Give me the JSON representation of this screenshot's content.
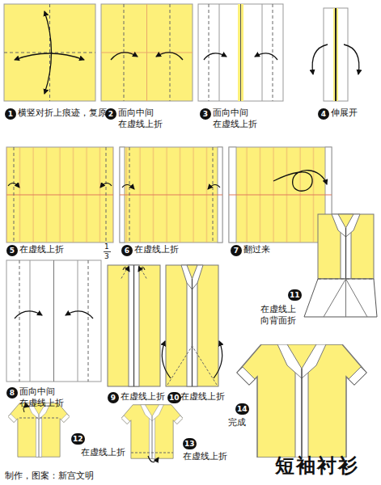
{
  "diagram": {
    "title": "短袖衬衫",
    "labels": [
      "1",
      "横竖对折上痕迹，复原",
      "2",
      "面向中间 在虚线上折",
      "3",
      "面向中间 在虚线上折",
      "4",
      "伸展开",
      "5",
      "在虚线上折",
      "1",
      "3",
      "6",
      "在虚线上折",
      "7",
      "翻过来",
      "11",
      "在虚线上 向背面折",
      "8",
      "面向中间 在虚线上折",
      "9",
      "在虚线上折",
      "10",
      "在虚线上折",
      "14",
      "完成",
      "12",
      "在虚线上折",
      "13",
      "在虚线上折",
      "制作，图案：新宫文明"
    ]
  }
}
